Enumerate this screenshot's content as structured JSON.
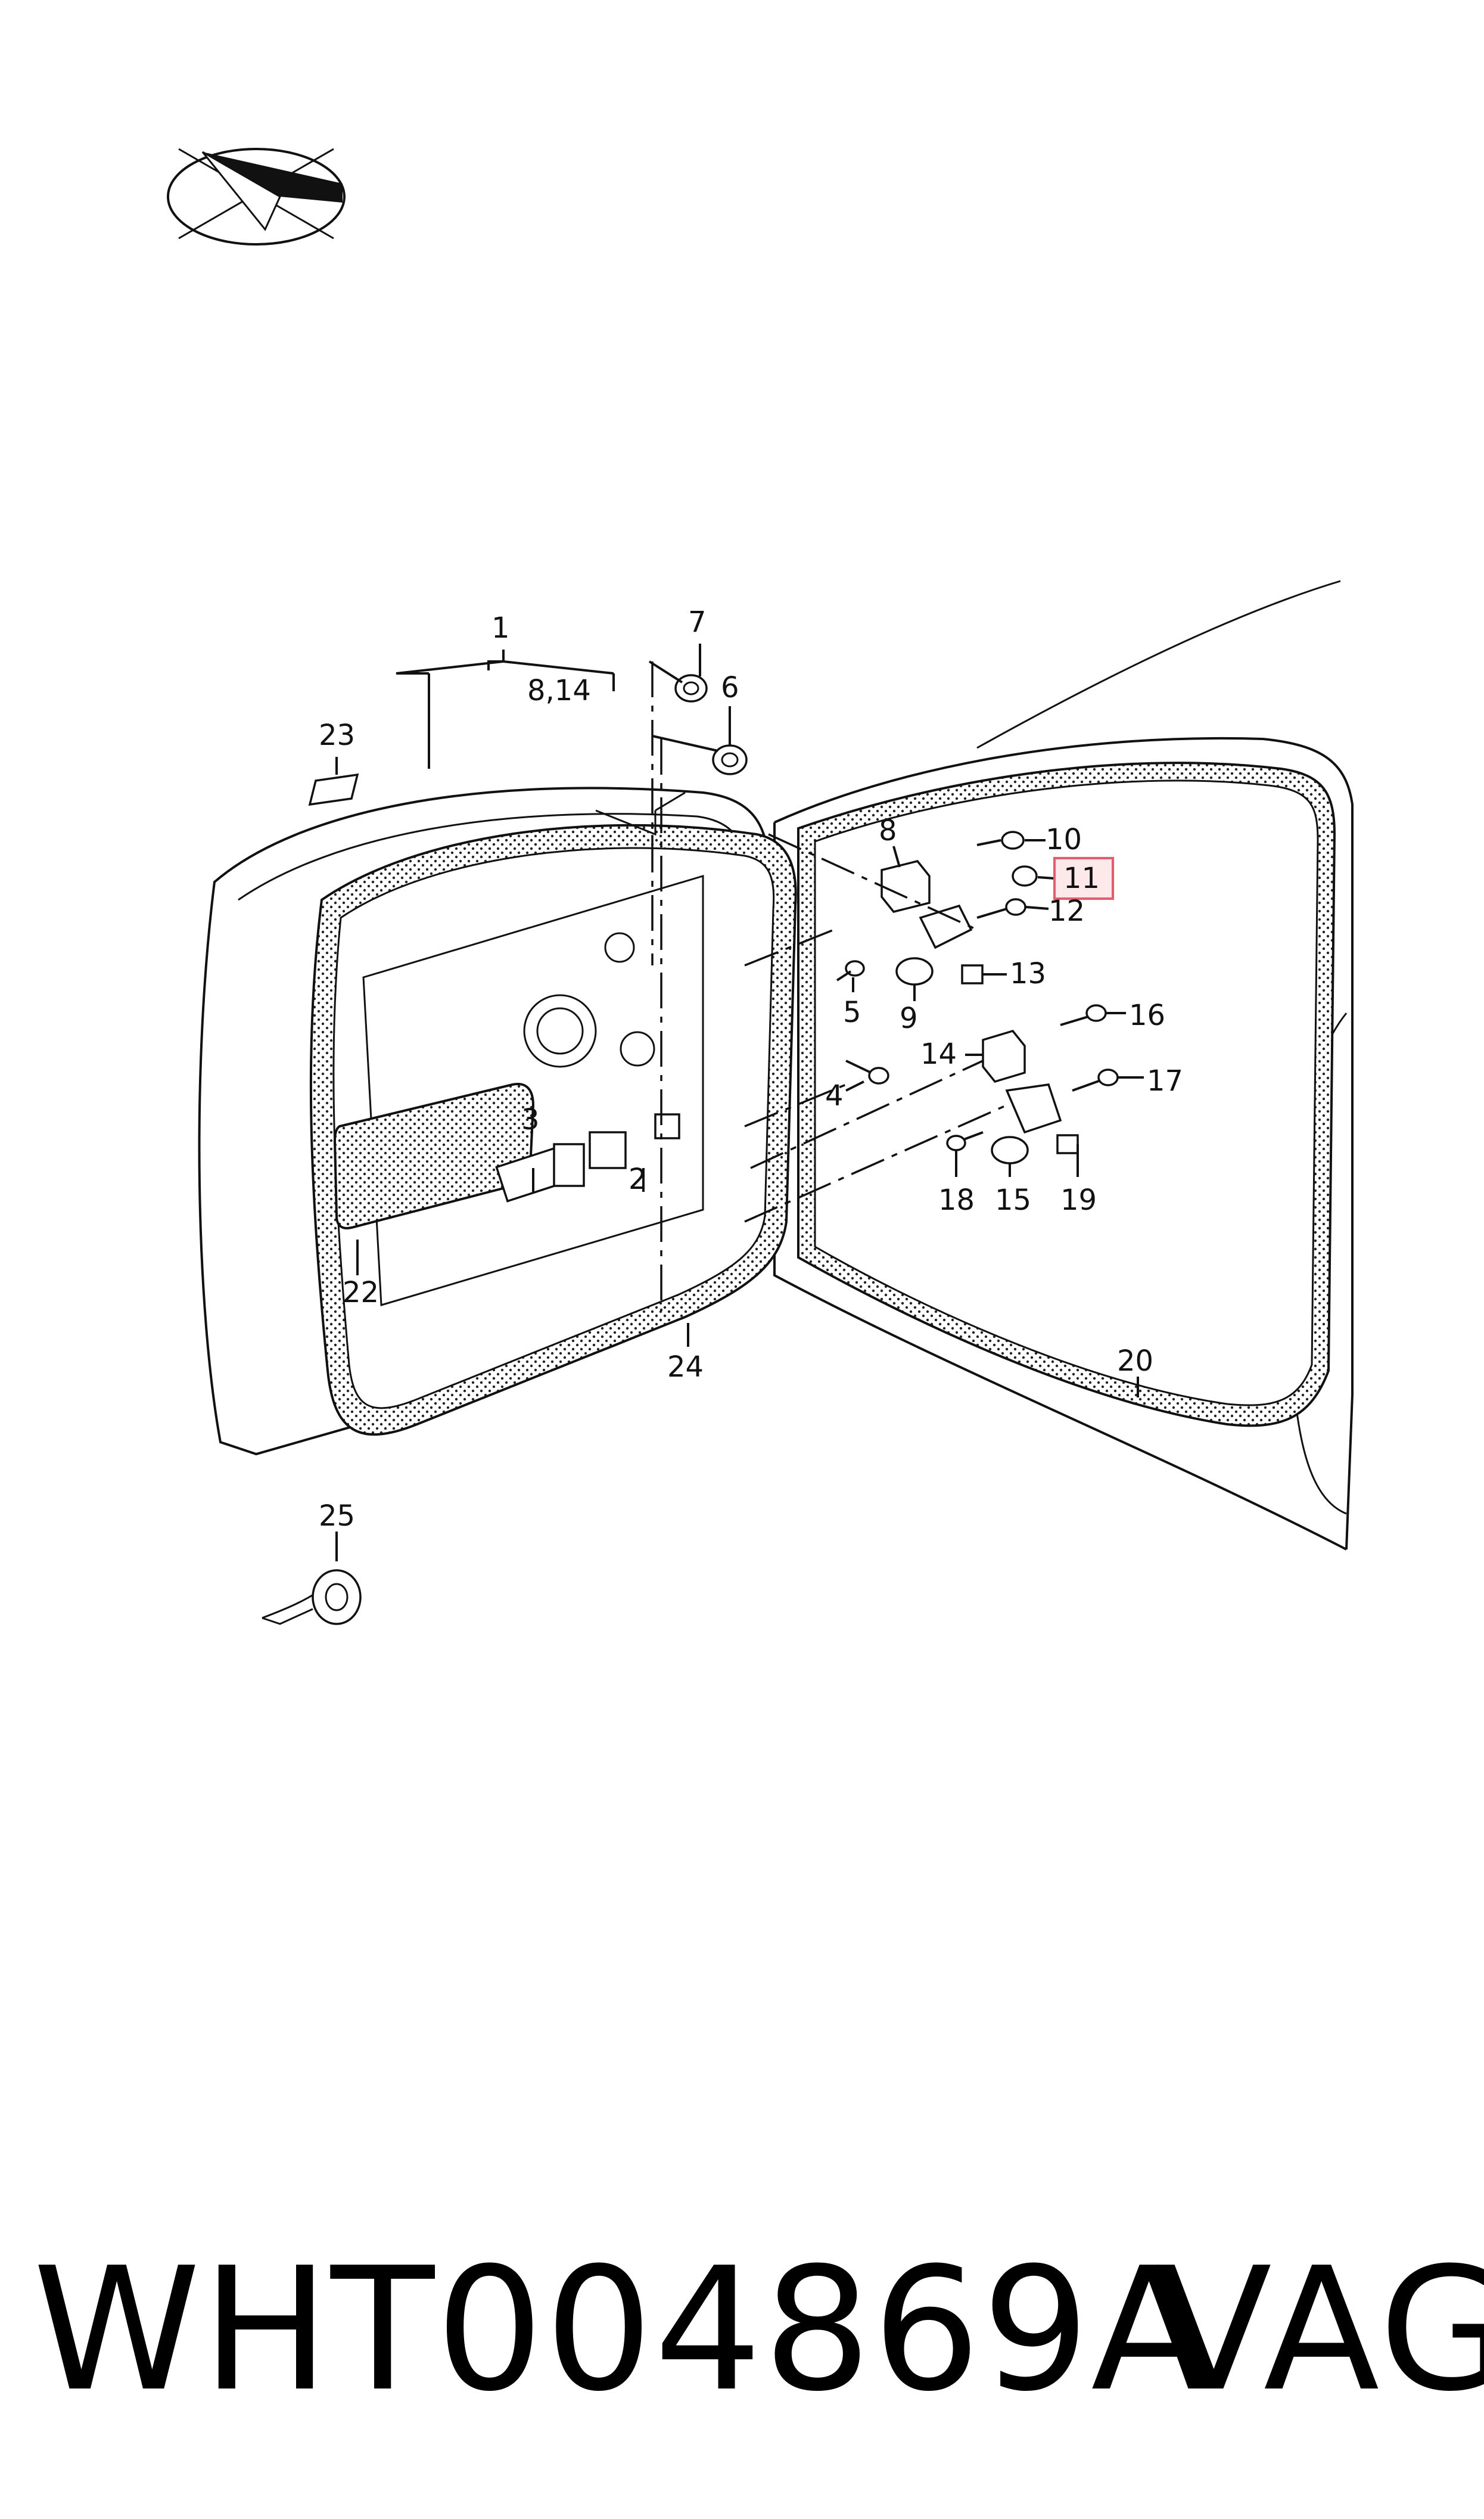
{
  "callouts": [
    {
      "id": "c1",
      "text": "1"
    },
    {
      "id": "c814",
      "text": "8,14"
    },
    {
      "id": "c7",
      "text": "7"
    },
    {
      "id": "c6",
      "text": "6"
    },
    {
      "id": "c23",
      "text": "23"
    },
    {
      "id": "c8",
      "text": "8"
    },
    {
      "id": "c10",
      "text": "10"
    },
    {
      "id": "c11",
      "text": "11"
    },
    {
      "id": "c12",
      "text": "12"
    },
    {
      "id": "c13",
      "text": "13"
    },
    {
      "id": "c5",
      "text": "5"
    },
    {
      "id": "c9",
      "text": "9"
    },
    {
      "id": "c14",
      "text": "14"
    },
    {
      "id": "c16",
      "text": "16"
    },
    {
      "id": "c4",
      "text": "4"
    },
    {
      "id": "c17",
      "text": "17"
    },
    {
      "id": "c3",
      "text": "3"
    },
    {
      "id": "c2",
      "text": "2"
    },
    {
      "id": "c18",
      "text": "18"
    },
    {
      "id": "c15",
      "text": "15"
    },
    {
      "id": "c19",
      "text": "19"
    },
    {
      "id": "c22",
      "text": "22"
    },
    {
      "id": "c24",
      "text": "24"
    },
    {
      "id": "c20",
      "text": "20"
    },
    {
      "id": "c25",
      "text": "25"
    }
  ],
  "highlight_color": "#e35d6a",
  "highlighted_callout": "11",
  "footer": {
    "part_number": "WHT004869A",
    "brand": "VAG"
  }
}
